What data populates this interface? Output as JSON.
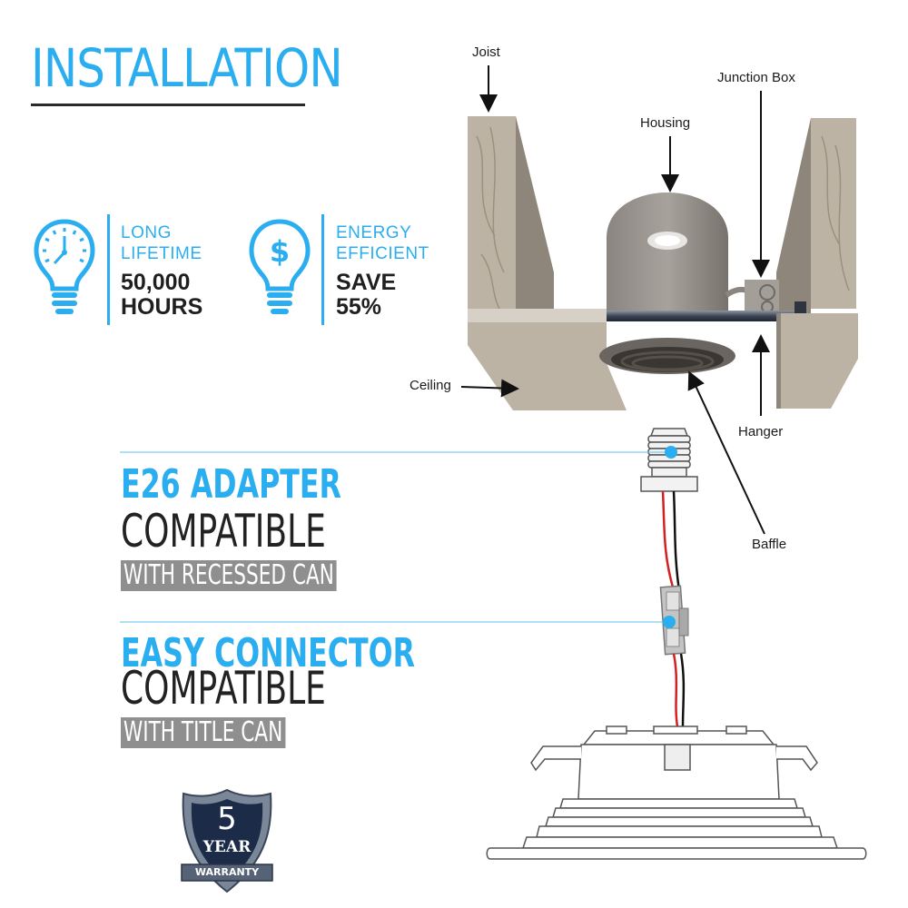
{
  "heading": "INSTALLATION",
  "features": [
    {
      "label_line1": "LONG",
      "label_line2": "LIFETIME",
      "value_line1": "50,000",
      "value_line2": "HOURS",
      "icon": "clock-bulb-icon"
    },
    {
      "label_line1": "ENERGY",
      "label_line2": "EFFICIENT",
      "value_line1": "SAVE",
      "value_line2": "55%",
      "icon": "dollar-bulb-icon"
    }
  ],
  "diagram_labels": {
    "joist": "Joist",
    "junction_box": "Junction Box",
    "housing": "Housing",
    "ceiling": "Ceiling",
    "hanger": "Hanger",
    "baffle": "Baffle"
  },
  "callouts": [
    {
      "title": "E26 ADAPTER",
      "line2": "COMPATIBLE",
      "tag": "WITH RECESSED CAN"
    },
    {
      "title": "EASY CONNECTOR",
      "line2": "COMPATIBLE",
      "tag": "WITH TITLE CAN"
    }
  ],
  "badge": {
    "number": "5",
    "word": "YEAR",
    "ribbon": "WARRANTY"
  },
  "colors": {
    "accent": "#2aaef0",
    "wood": "#bcb3a4",
    "dark_text": "#222222",
    "tag_gray": "#8f8f8f"
  }
}
